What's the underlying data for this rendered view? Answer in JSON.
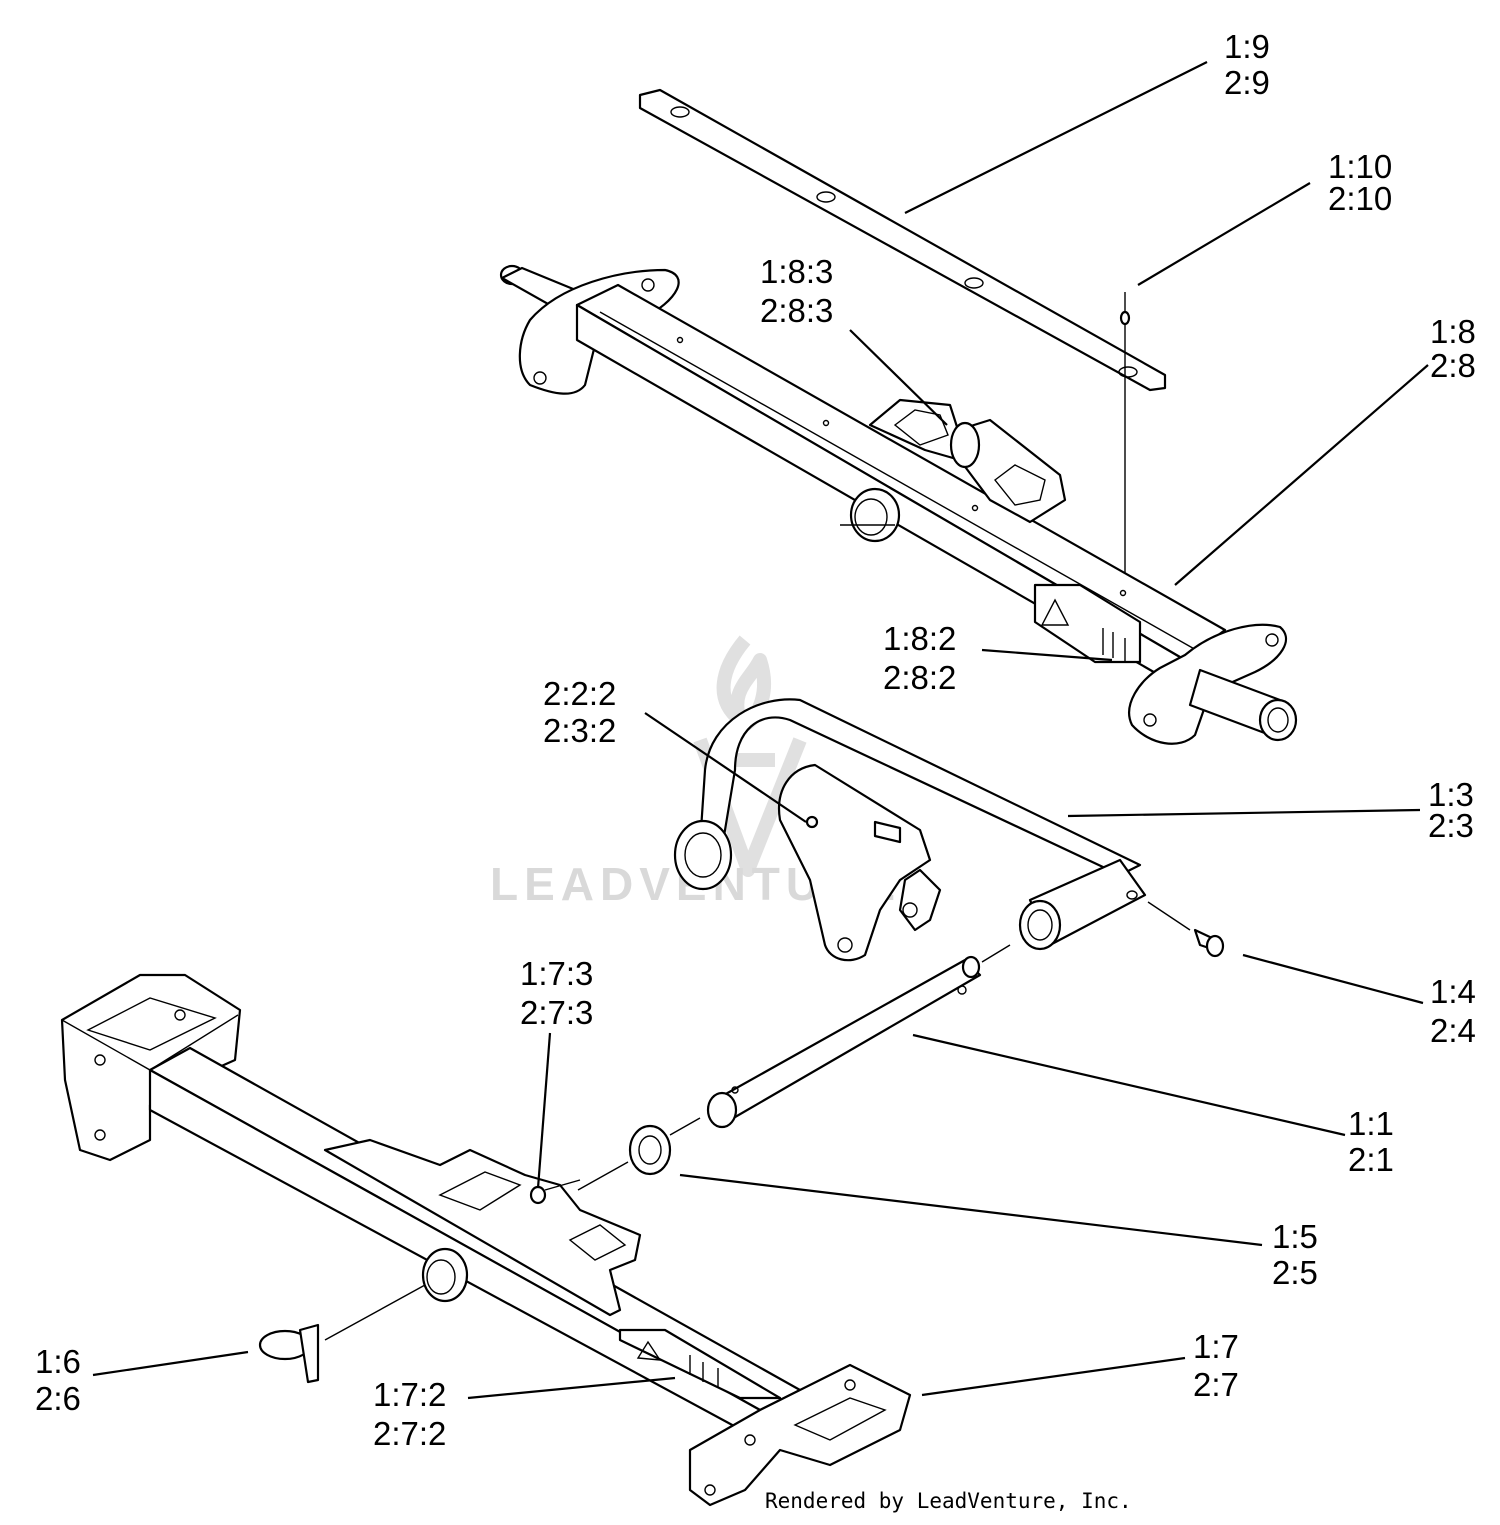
{
  "callouts": {
    "c1_9": {
      "a": "1:9",
      "b": "2:9"
    },
    "c1_10": {
      "a": "1:10",
      "b": "2:10"
    },
    "c1_8_3": {
      "a": "1:8:3",
      "b": "2:8:3"
    },
    "c1_8": {
      "a": "1:8",
      "b": "2:8"
    },
    "c1_8_2": {
      "a": "1:8:2",
      "b": "2:8:2"
    },
    "c2_2_2": {
      "a": "2:2:2",
      "b": "2:3:2"
    },
    "c1_3": {
      "a": "1:3",
      "b": "2:3"
    },
    "c1_4": {
      "a": "1:4",
      "b": "2:4"
    },
    "c1_7_3": {
      "a": "1:7:3",
      "b": "2:7:3"
    },
    "c1_1": {
      "a": "1:1",
      "b": "2:1"
    },
    "c1_5": {
      "a": "1:5",
      "b": "2:5"
    },
    "c1_6": {
      "a": "1:6",
      "b": "2:6"
    },
    "c1_7_2": {
      "a": "1:7:2",
      "b": "2:7:2"
    },
    "c1_7": {
      "a": "1:7",
      "b": "2:7"
    }
  },
  "watermark": {
    "text": "LEADVENTURE"
  },
  "credit": "Rendered by LeadVenture, Inc."
}
